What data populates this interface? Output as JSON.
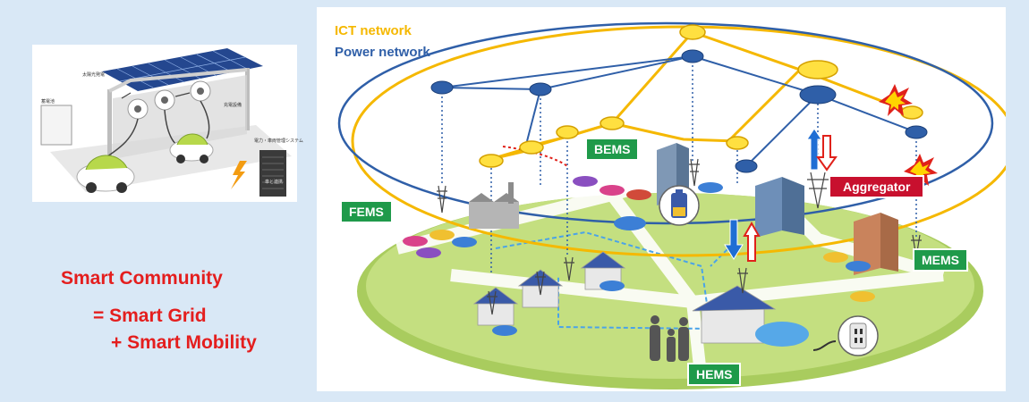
{
  "networks": {
    "ict": "ICT network",
    "power": "Power network"
  },
  "systems": {
    "bems": "BEMS",
    "fems": "FEMS",
    "mems": "MEMS",
    "hems": "HEMS",
    "aggregator": "Aggregator"
  },
  "caption": {
    "line1": "Smart Community",
    "line2": "= Smart Grid",
    "line3": "+ Smart Mobility"
  },
  "inset": {
    "label_solar": "太陽光発電",
    "label_storage": "蓄電池",
    "label_charger": "充電設備",
    "label_system": "電力・車両管理システム",
    "label_vehicle": "車と連携"
  },
  "colors": {
    "ict": "#f5b800",
    "power": "#2f5fa8",
    "tag_green": "#1f9a4a",
    "tag_red": "#c8102e",
    "caption_red": "#e41e1e",
    "background": "#d9e8f6"
  }
}
